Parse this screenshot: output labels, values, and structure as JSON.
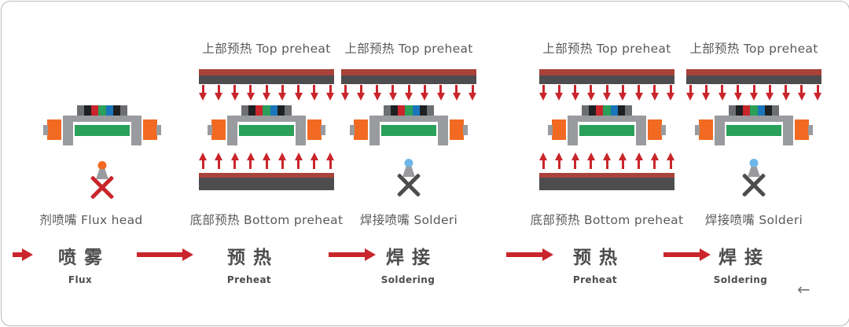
{
  "palette": {
    "red": "#c9252b",
    "heatred": "#a8423a",
    "dark": "#4d4d4f",
    "gray": "#9a9b9e",
    "green": "#2aa05a",
    "orange": "#f26a21",
    "blue": "#1b75bb",
    "lightblue": "#6fb6e8",
    "text": "#58595b"
  },
  "panels": [
    {
      "id": "flux",
      "bottom_label": "剂喷嘴 Flux head"
    },
    {
      "id": "preheat-1",
      "top_label": "上部预热 Top preheat",
      "bottom_label": "底部预热 Bottom preheat"
    },
    {
      "id": "solder-1",
      "top_label": "上部预热 Top preheat",
      "bottom_label": "焊接喷嘴 Solderi"
    },
    {
      "id": "preheat-2",
      "top_label": "上部预热 Top preheat",
      "bottom_label": "底部预热 Bottom preheat"
    },
    {
      "id": "solder-2",
      "top_label": "上部预热 Top preheat",
      "bottom_label": "焊接喷嘴 Solderi"
    }
  ],
  "flow": [
    {
      "zh": "喷雾",
      "en": "Flux"
    },
    {
      "zh": "预热",
      "en": "Preheat"
    },
    {
      "zh": "焊接",
      "en": "Soldering"
    },
    {
      "zh": "预热",
      "en": "Preheat"
    },
    {
      "zh": "焊接",
      "en": "Soldering"
    }
  ],
  "back_arrow": "←"
}
